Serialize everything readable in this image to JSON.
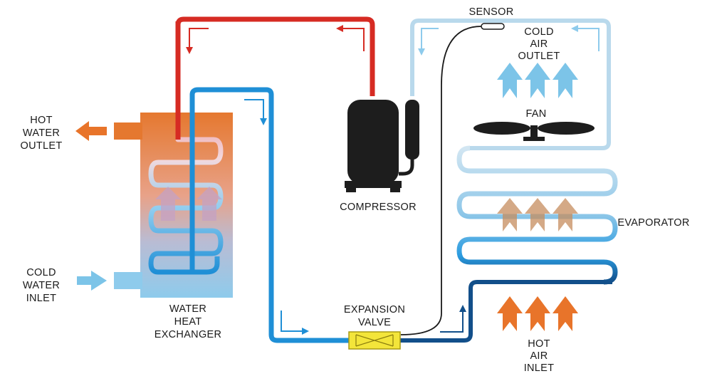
{
  "labels": {
    "hot_water_outlet": [
      "HOT",
      "WATER",
      "OUTLET"
    ],
    "cold_water_inlet": [
      "COLD",
      "WATER",
      "INLET"
    ],
    "water_heat_exchanger": [
      "WATER",
      "HEAT",
      "EXCHANGER"
    ],
    "compressor": "COMPRESSOR",
    "expansion_valve": [
      "EXPANSION",
      "VALVE"
    ],
    "sensor": "SENSOR",
    "cold_air_outlet": [
      "COLD",
      "AIR",
      "OUTLET"
    ],
    "fan": "FAN",
    "evaporator": "EVAPORATOR",
    "hot_air_inlet": [
      "HOT",
      "AIR",
      "INLET"
    ]
  },
  "colors": {
    "hot_pipe": "#d62b23",
    "cool_pipe": "#1f8fd6",
    "cold_pipe": "#b9d9ec",
    "return_pipe": "#124f8a",
    "hot_arrow": "#e8742a",
    "cold_arrow": "#7cc4e8",
    "tank_top": "#e5782f",
    "tank_bottom": "#8ecbec",
    "valve": "#f3e53a",
    "machine": "#1d1d1d"
  }
}
